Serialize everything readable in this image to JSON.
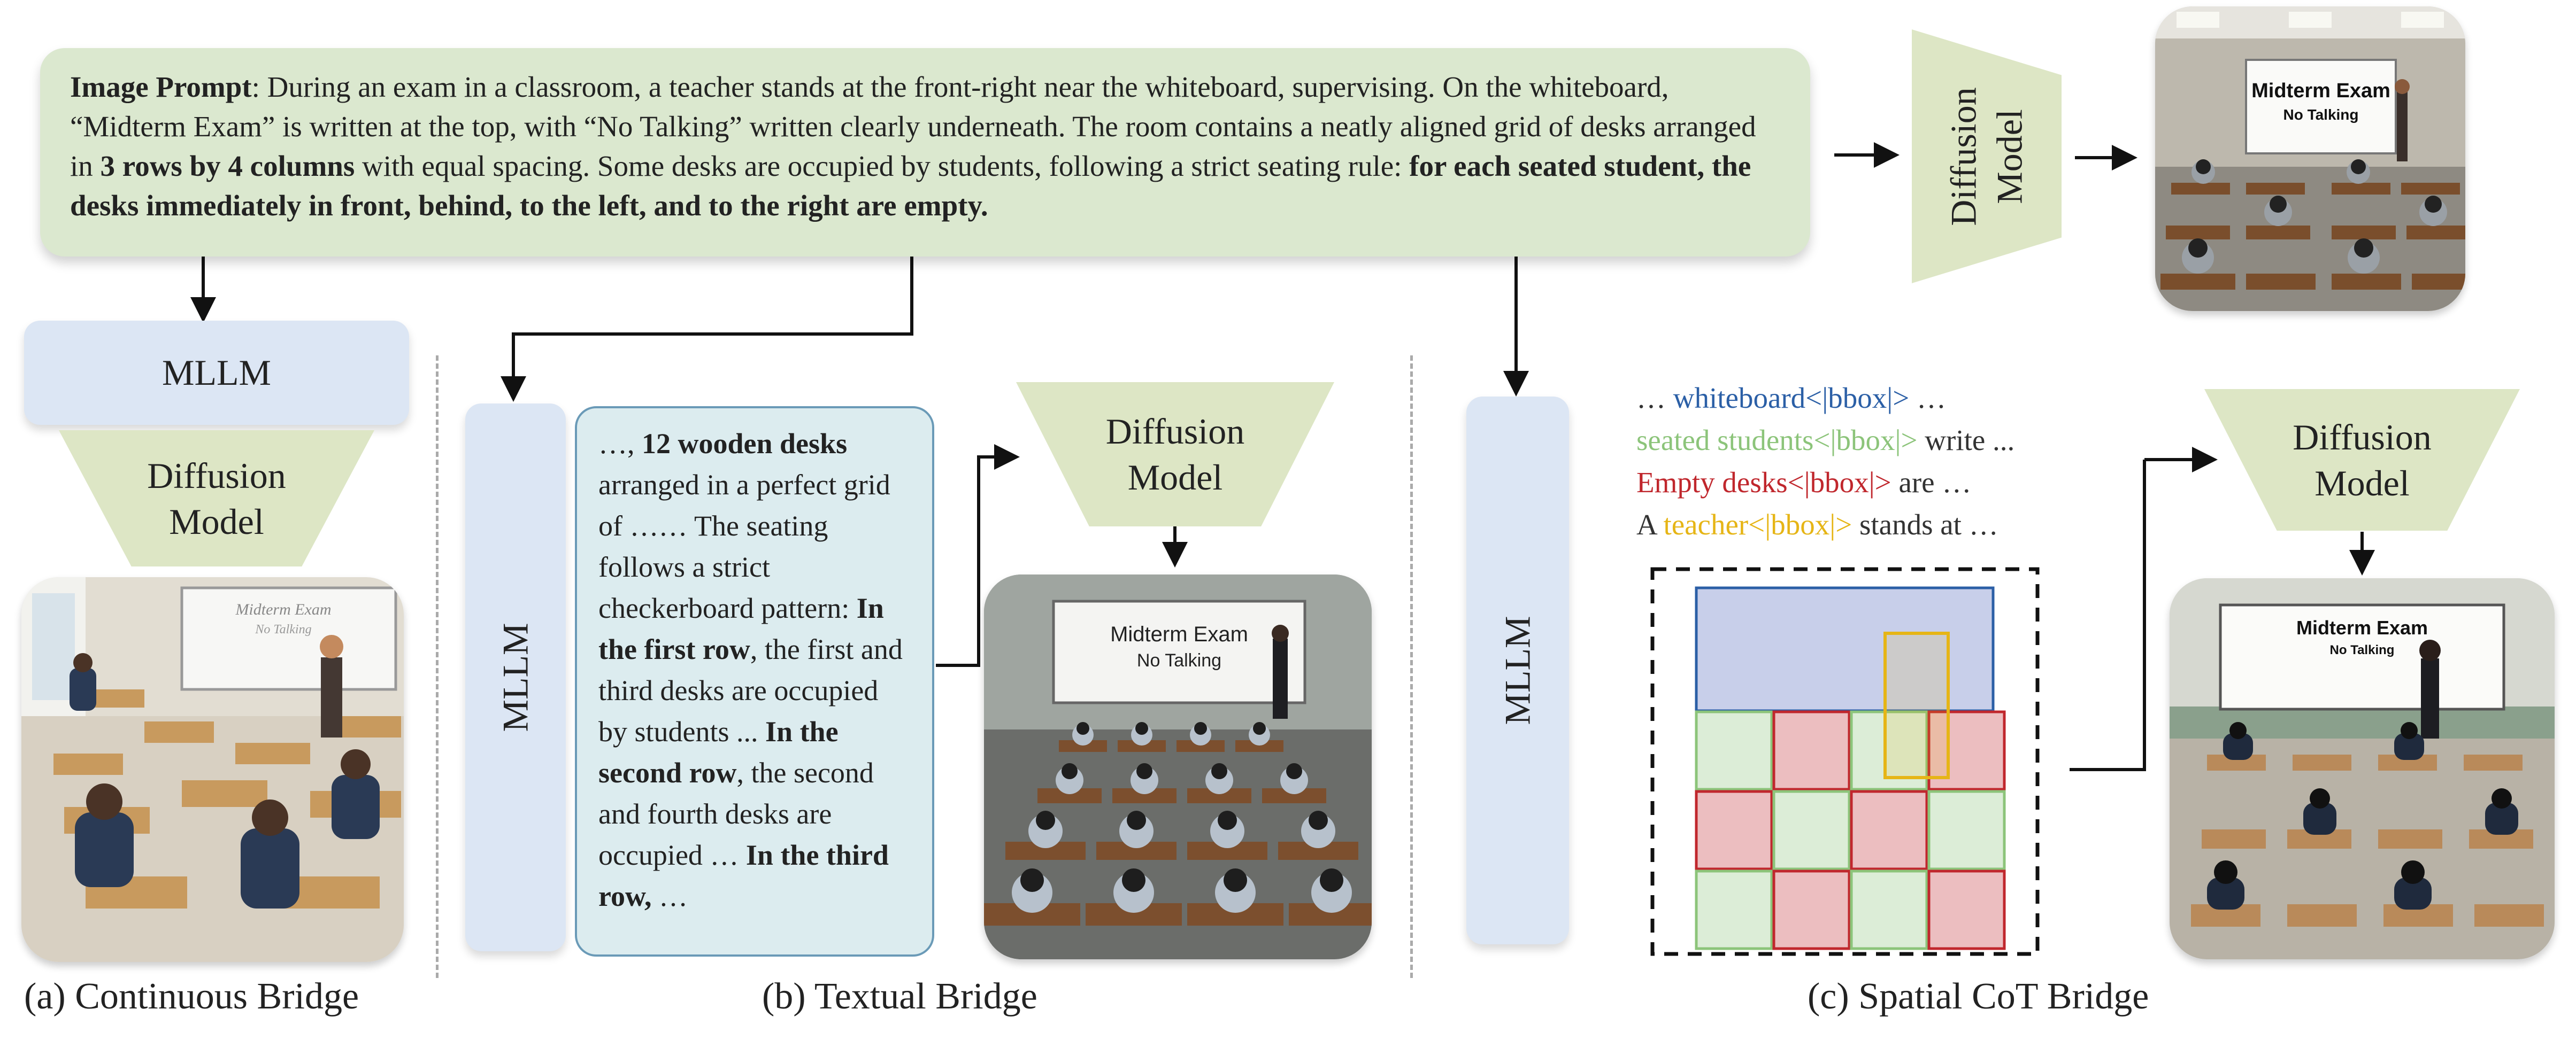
{
  "prompt": {
    "label": "Image Prompt",
    "seg1": ": During an exam in a classroom, a teacher stands at the front-right near the whiteboard, supervising. On the whiteboard, “Midterm Exam” is written at the top, with “No Talking” written clearly underneath. The room contains a neatly aligned grid of desks arranged in ",
    "bold1": "3 rows by 4 columns",
    "seg2": " with equal spacing. Some desks are occupied by students, following a strict seating rule: ",
    "bold2": "for each seated student, the desks immediately in front, behind, to the left, and to the right are empty."
  },
  "top_model": {
    "line1": "Diffusion",
    "line2": "Model"
  },
  "continuous": {
    "mllm": "MLLM",
    "diffusion": {
      "line1": "Diffusion",
      "line2": "Model"
    },
    "whiteboard": {
      "line1": "Midterm Exam",
      "line2": "No Talking"
    },
    "caption": "(a) Continuous Bridge"
  },
  "textual": {
    "mllm": "MLLM",
    "text": {
      "p1": "…, ",
      "b1": "12 wooden desks",
      "p2": " arranged in a perfect grid of …… The seating follows a strict checkerboard pattern: ",
      "b2": "In the first row",
      "p3": ", the first and third desks are occupied by students ... ",
      "b3": "In the second row",
      "p4": ", the second and fourth desks are occupied … ",
      "b4": "In the third row,",
      "p5": " …"
    },
    "diffusion": {
      "line1": "Diffusion",
      "line2": "Model"
    },
    "whiteboard": {
      "line1": "Midterm Exam",
      "line2": "No Talking"
    },
    "caption": "(b) Textual Bridge"
  },
  "spatial": {
    "mllm": "MLLM",
    "tokens": {
      "l1a": "… ",
      "l1b": "whiteboard<|bbox|>",
      "l1c": " …",
      "l2a": "seated students<|bbox|>",
      "l2b": " write ...",
      "l3a": "Empty desks<|bbox|>",
      "l3b": " are …",
      "l4a": "A ",
      "l4b": "teacher<|bbox|>",
      "l4c": " stands at …"
    },
    "diffusion": {
      "line1": "Diffusion",
      "line2": "Model"
    },
    "whiteboard": {
      "line1": "Midterm Exam",
      "line2": "No Talking"
    },
    "caption": "(c) Spatial CoT Bridge"
  },
  "top_image": {
    "line1": "Midterm Exam",
    "line2": "No Talking"
  },
  "colors": {
    "prompt_bg": "#dbe8cf",
    "mllm_bg": "#dce6f4",
    "diffusion_bg": "#dde6c5",
    "whiteboard_box": "#c8cfea",
    "seated_box": "#8cc47a",
    "empty_box": "#c0272d",
    "teacher_box": "#e6b516"
  },
  "layout_grid": {
    "rows": [
      [
        "green",
        "red",
        "green",
        "red"
      ],
      [
        "red",
        "green",
        "red",
        "green"
      ],
      [
        "green",
        "red",
        "green",
        "red"
      ]
    ]
  }
}
